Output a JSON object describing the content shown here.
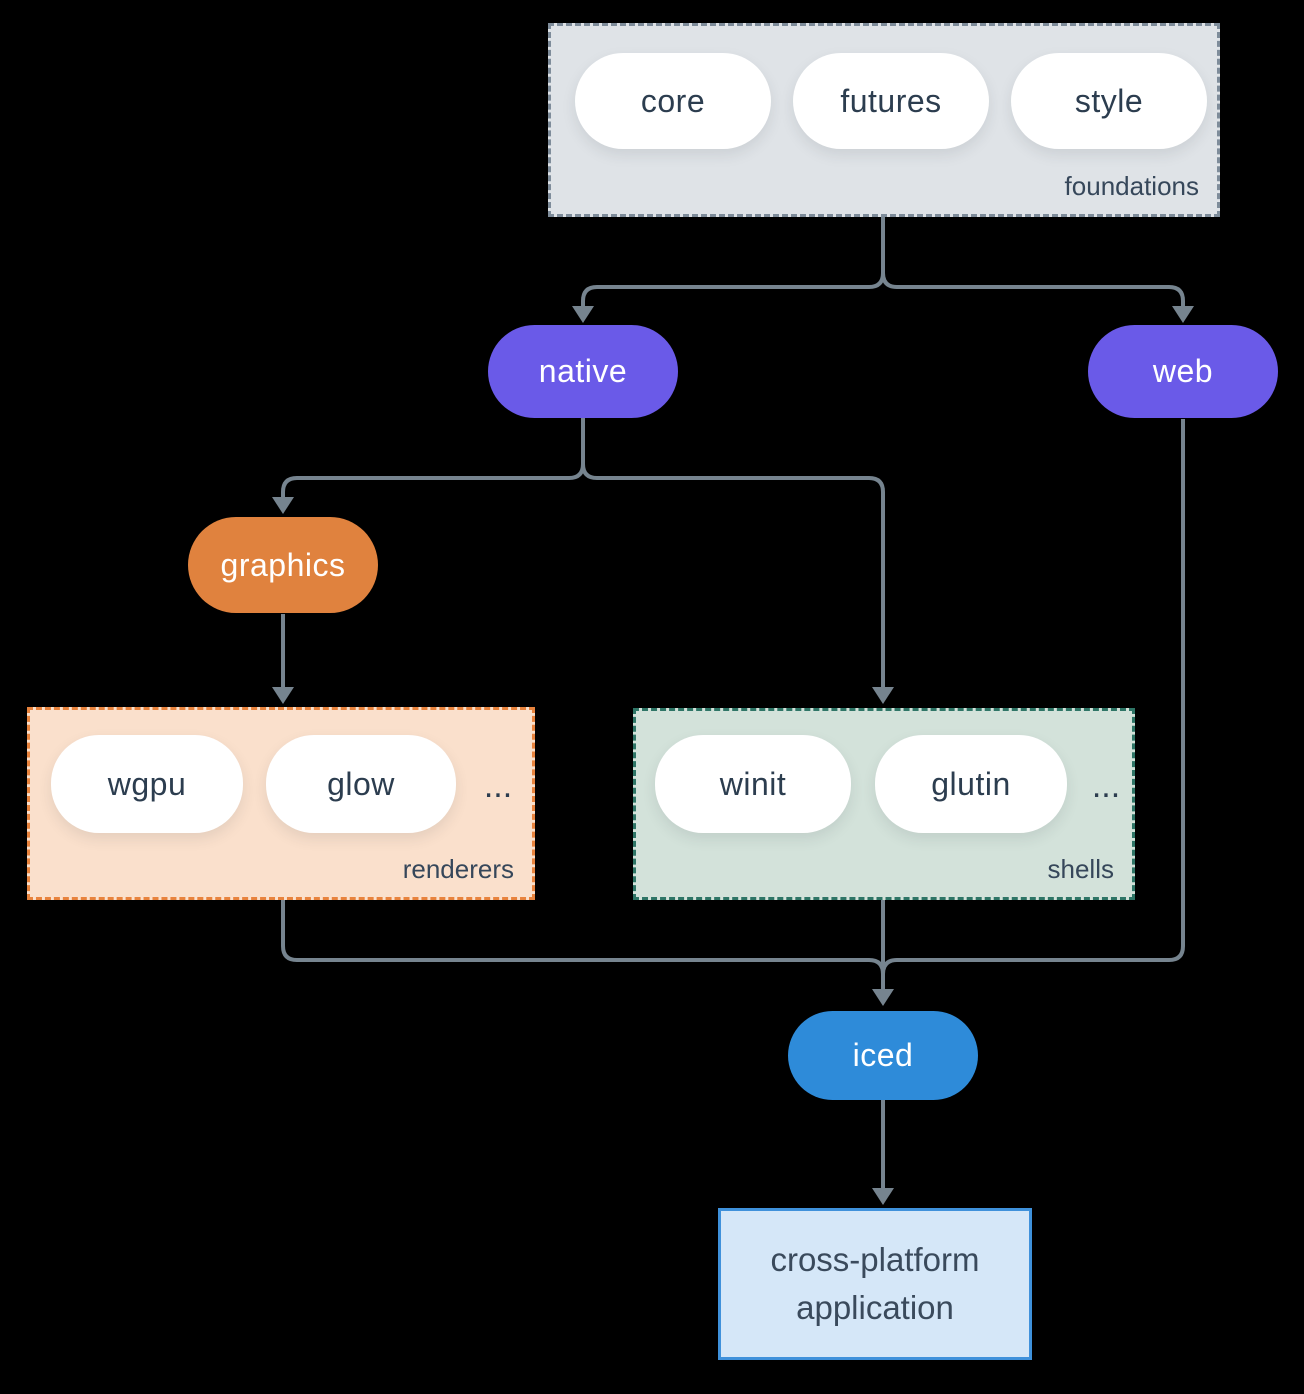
{
  "diagram": {
    "title_implicit": "iced crate ecosystem",
    "colors": {
      "background": "#000000",
      "connector": "#76848f",
      "dark_text": "#2c3d4f",
      "label_text": "#36475a",
      "white_pill_bg": "#ffffff",
      "native_web_bg": "#6a5ae8",
      "graphics_bg": "#e0823e",
      "iced_bg": "#2e8bd9",
      "foundations_bg": "#dfe3e7",
      "foundations_border": "#7e8c9a",
      "renderers_bg": "#fae0cc",
      "renderers_border": "#e8833d",
      "shells_bg": "#d3e2da",
      "shells_border": "#2e7566",
      "app_bg": "#d5e7f8",
      "app_border": "#3f91db"
    },
    "groups": {
      "foundations": {
        "label": "foundations",
        "pills": [
          "core",
          "futures",
          "style"
        ]
      },
      "renderers": {
        "label": "renderers",
        "pills": [
          "wgpu",
          "glow"
        ],
        "ellipsis": "..."
      },
      "shells": {
        "label": "shells",
        "pills": [
          "winit",
          "glutin"
        ],
        "ellipsis": "..."
      }
    },
    "nodes": {
      "native": "native",
      "web": "web",
      "graphics": "graphics",
      "iced": "iced",
      "app": {
        "line1": "cross-platform",
        "line2": "application"
      }
    }
  }
}
